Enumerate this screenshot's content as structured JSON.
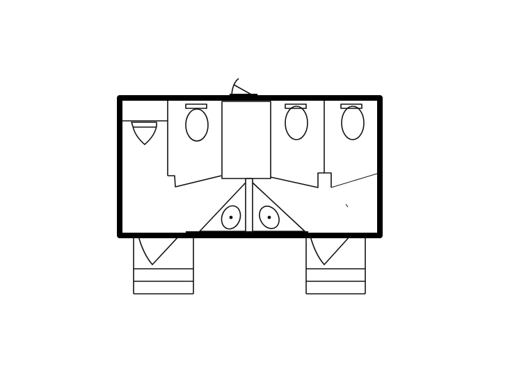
{
  "plan": {
    "type": "floor-plan",
    "colors": {
      "wall": "#000000",
      "line": "#222222",
      "background": "#ffffff"
    },
    "fixtures": {
      "toilets": 3,
      "urinals": 1,
      "sinks": 2,
      "entrance_steps": 2
    }
  }
}
